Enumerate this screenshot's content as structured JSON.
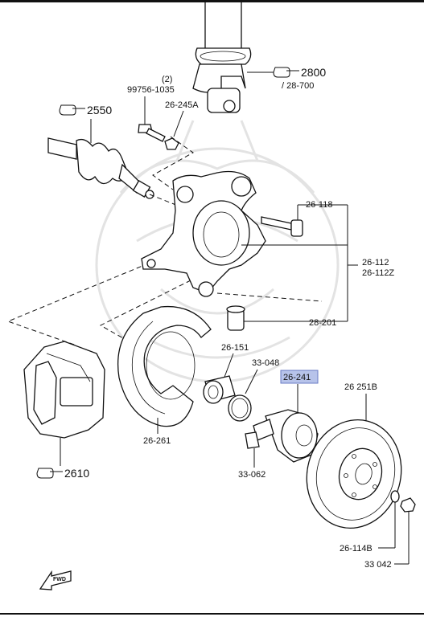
{
  "refs": {
    "r2800": "2800",
    "r28700": "/ 28-700",
    "r2550": "2550",
    "r2610": "2610"
  },
  "labels": {
    "bolt_qty": "(2)",
    "bolt_num": "99756-1035",
    "p26245A": "26-245A",
    "p26118": "26-118",
    "p26112": "26-112",
    "p26112Z": "26-112Z",
    "p28201": "28-201",
    "p26151": "26-151",
    "p33048": "33-048",
    "p26241": "26-241",
    "p26251B": "26 251B",
    "p26261": "26-261",
    "p33062": "33-062",
    "p26114B": "26-114B",
    "p33042": "33 042"
  },
  "fwd": "FWD",
  "colors": {
    "line": "#111111",
    "highlight_box": "#b7c3ea",
    "highlight_border": "#6a7bc4",
    "watermark": "#e3e3e3"
  },
  "icons": [
    "reference-hand-icon",
    "forward-arrow-icon"
  ]
}
